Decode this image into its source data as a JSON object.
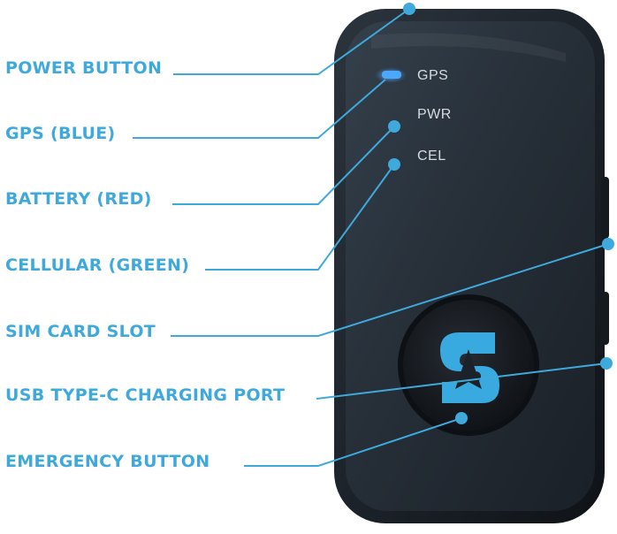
{
  "colors": {
    "accent": "#3fa9dc",
    "device_body": "#1c2229",
    "device_face": "#2a323b",
    "gps_led": "#4aa8ff",
    "button": "#15191e"
  },
  "callouts": {
    "power_button": "POWER BUTTON",
    "gps": "GPS (BLUE)",
    "battery": "BATTERY (RED)",
    "cellular": "CELLULAR (GREEN)",
    "sim_slot": "SIM CARD SLOT",
    "usb_port": "USB TYPE-C CHARGING PORT",
    "emergency_button": "EMERGENCY BUTTON"
  },
  "device": {
    "led_labels": {
      "gps": "GPS",
      "pwr": "PWR",
      "cel": "CEL"
    },
    "logo_icon": "spytec-s-arrow-logo"
  }
}
